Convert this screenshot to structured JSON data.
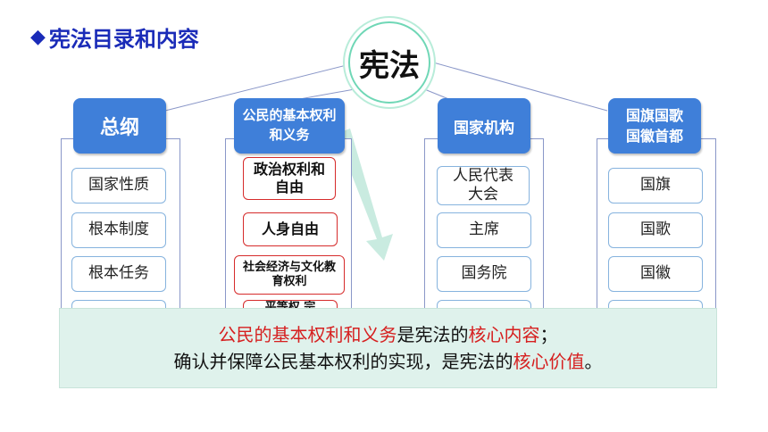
{
  "heading": {
    "bullet": "◆",
    "text": "宪法目录和内容"
  },
  "center": {
    "label": "宪法"
  },
  "columns": [
    {
      "title": "总纲",
      "items": [
        "国家性质",
        "根本制度",
        "根本任务"
      ]
    },
    {
      "title": "公民的基本权利和义务",
      "items": [
        "政治权利和自由",
        "人身自由",
        "社会经济与文化教育权利",
        "平等权 宗"
      ]
    },
    {
      "title": "国家机构",
      "items": [
        "人民代表大会",
        "主席",
        "国务院"
      ]
    },
    {
      "title": "国旗国歌国徽首都",
      "items": [
        "国旗",
        "国歌",
        "国徽"
      ]
    }
  ],
  "overlay": {
    "line1": {
      "part1": "公民的基本权利和义务",
      "part2": "是宪法的",
      "part3": "核心内容",
      "part4": "；"
    },
    "line2": {
      "part1": "确认并保障公民基本权利的实现，是宪法的",
      "part2": "核心价值",
      "part3": "。"
    }
  },
  "colors": {
    "heading": "#1a2bb8",
    "head_box": "#3f7fd9",
    "highlight": "#d62020",
    "overlay_bg": "#dff2ec",
    "item_red_border": "#d62b2b",
    "item_blue_border": "#86b3de"
  }
}
